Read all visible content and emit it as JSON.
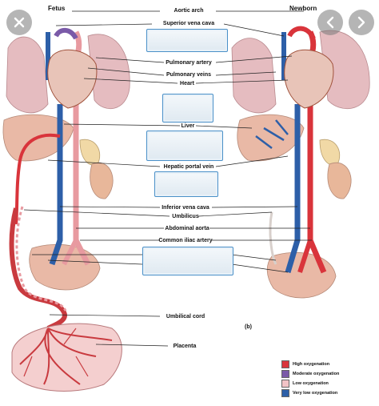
{
  "headings": {
    "left": "Fetus",
    "right": "Newborn",
    "panel": "(b)"
  },
  "labels": {
    "aortic_arch": "Aortic arch",
    "superior_vena_cava": "Superior vena cava",
    "pulmonary_artery": "Pulmonary artery",
    "pulmonary_veins": "Pulmonary veins",
    "heart": "Heart",
    "liver": "Liver",
    "hepatic_portal_vein": "Hepatic portal vein",
    "inferior_vena_cava": "Inferior vena cava",
    "umbilicus": "Umbilicus",
    "abdominal_aorta": "Abdominal aorta",
    "common_iliac_artery": "Common iliac artery",
    "umbilical_cord": "Umbilical cord",
    "placenta": "Placenta"
  },
  "legend": [
    {
      "label": "High oxygenation",
      "color": "#d9343b"
    },
    {
      "label": "Moderate oxygenation",
      "color": "#7a5aa8"
    },
    {
      "label": "Low oxygenation",
      "color": "#f2c3c6"
    },
    {
      "label": "Very low oxygenation",
      "color": "#2d5fa8"
    }
  ],
  "colors": {
    "artery": "#d9343b",
    "vein": "#2d5fa8",
    "moderate": "#7a5aa8",
    "organ": "#e9b9a6",
    "lung": "#e5bcc0",
    "heart_muscle": "#e8c4b8"
  },
  "icons": {
    "close": "close-icon",
    "prev": "chevron-left-icon",
    "next": "chevron-right-icon"
  }
}
